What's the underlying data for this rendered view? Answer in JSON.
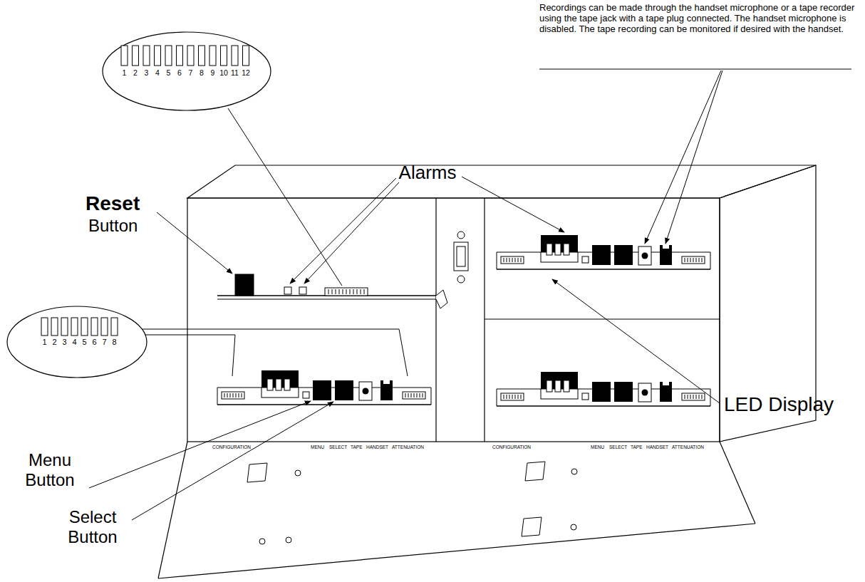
{
  "diagram": {
    "labels": [
      "Recordings can be made through the handset microphone or a tape recorder using the tape jack with a tape plug connected.  The handset microphone is disabled.  The tape recording can be monitored if desired with the handset.",
      "Alarms",
      "Reset",
      "Button",
      "1",
      "2",
      "3",
      "4",
      "5",
      "6",
      "7",
      "8",
      "9",
      "10",
      "11",
      "12",
      "1",
      "2",
      "3",
      "4",
      "5",
      "6",
      "7",
      "8",
      "LED Display",
      "Menu Button",
      "Select Button",
      "CONFIGURATION",
      "MENU",
      "SELECT",
      "TAPE",
      "HANDSET",
      "ATTENUATION",
      "CONFIGURATION",
      "MENU",
      "SELECT",
      "TAPE",
      "HANDSET",
      "ATTENUATION"
    ]
  }
}
